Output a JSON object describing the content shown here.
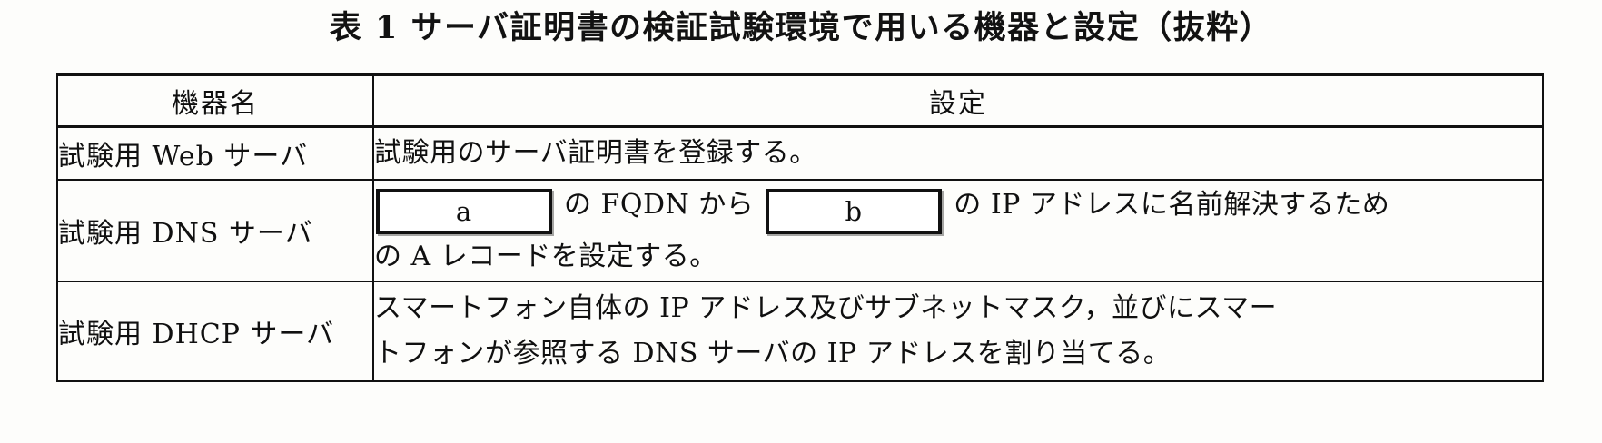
{
  "document": {
    "caption": "表 1  サーバ証明書の検証試験環境で用いる機器と設定（抜粋）"
  },
  "table": {
    "headers": {
      "device": "機器名",
      "config": "設定"
    },
    "rows": [
      {
        "device": "試験用 Web サーバ",
        "config_lines": [
          "試験用のサーバ証明書を登録する。"
        ],
        "blanks": []
      },
      {
        "device": "試験用 DNS サーバ",
        "config_lines": [],
        "blanks": [
          "a",
          "b"
        ],
        "segments": {
          "after_a": "の FQDN から",
          "after_b": "の IP アドレスに名前解決するため",
          "line2": "の A レコードを設定する。"
        }
      },
      {
        "device": "試験用 DHCP サーバ",
        "config_lines": [
          "スマートフォン自体の IP アドレス及びサブネットマスク，並びにスマー",
          "トフォンが参照する DNS サーバの IP アドレスを割り当てる。"
        ],
        "blanks": []
      }
    ]
  }
}
